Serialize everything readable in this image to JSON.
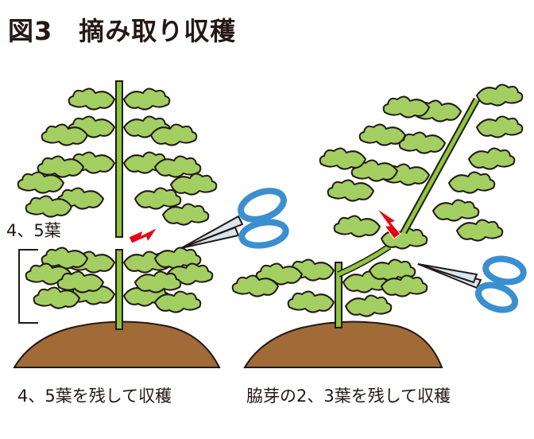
{
  "title": "図3　摘み取り収穫",
  "left_panel": {
    "leaf_count_label": "4、5葉",
    "caption": "4、5葉を残して収穫"
  },
  "right_panel": {
    "caption": "脇芽の2、3葉を残して収穫"
  },
  "colors": {
    "leaf": "#a3cf62",
    "stem": "#8dc63f",
    "outline": "#231815",
    "soil": "#a06b36",
    "arrow": "#e60012",
    "scissor_handle": "#3a8fd0"
  }
}
